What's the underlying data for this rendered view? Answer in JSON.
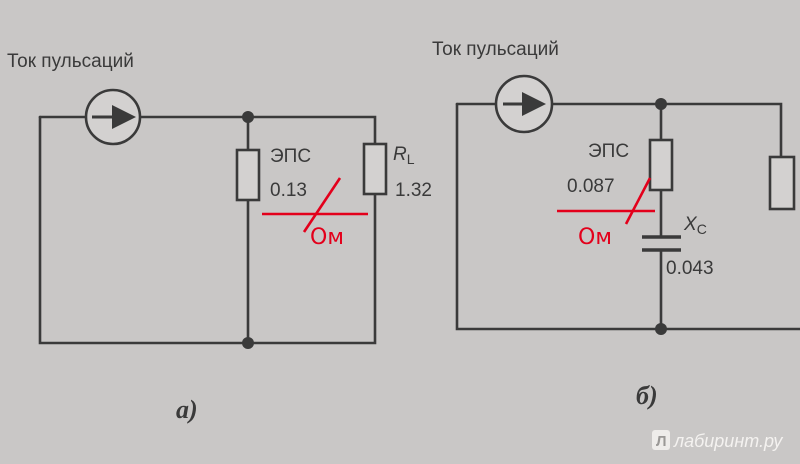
{
  "diagram_a": {
    "title": "Ток пульсаций",
    "esr_label": "ЭПС",
    "esr_value": "0.13",
    "load_label_main": "R",
    "load_label_sub": "L",
    "load_value": "1.32",
    "annotation": "Ом",
    "caption": "а)"
  },
  "diagram_b": {
    "title": "Ток пульсаций",
    "esr_label": "ЭПС",
    "esr_value": "0.087",
    "cap_label_main": "X",
    "cap_label_sub": "C",
    "cap_value": "0.043",
    "annotation": "Ом",
    "caption": "б)"
  },
  "watermark": "лабиринт.ру",
  "colors": {
    "ink": "#3a3a3a",
    "annotation": "#e3001b",
    "paper": "#c9c7c6"
  }
}
